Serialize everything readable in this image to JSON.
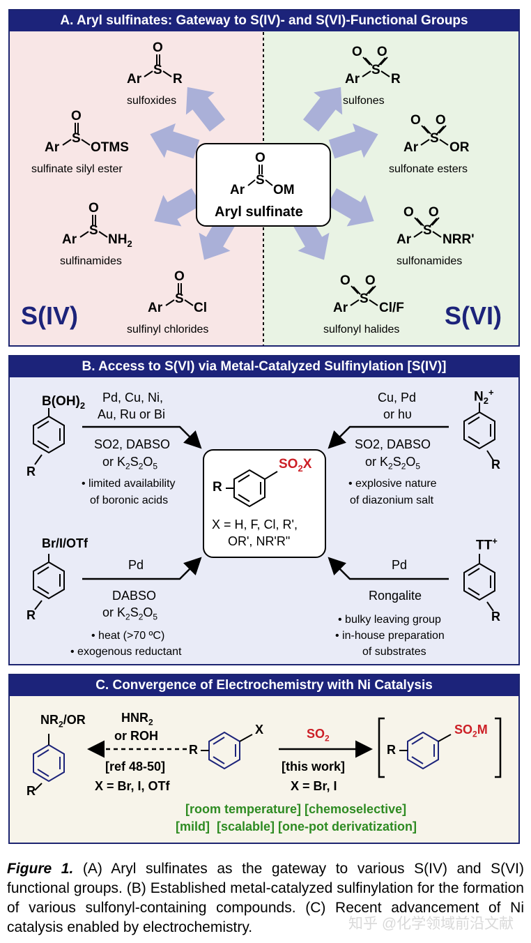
{
  "panelA": {
    "title": "A. Aryl sulfinates: Gateway to S(IV)- and S(VI)-Functional Groups",
    "left_label": "S(IV)",
    "right_label": "S(VI)",
    "center": {
      "ar": "Ar",
      "s": "S",
      "o": "O",
      "om": "OM",
      "name": "Aryl sulfinate"
    },
    "items": [
      {
        "name": "sulfoxides",
        "ar": "Ar",
        "s": "S",
        "sub": "R"
      },
      {
        "name": "sulfinate silyl ester",
        "ar": "Ar",
        "s": "S",
        "sub": "OTMS"
      },
      {
        "name": "sulfinamides",
        "ar": "Ar",
        "s": "S",
        "sub": "NH2"
      },
      {
        "name": "sulfinyl chlorides",
        "ar": "Ar",
        "s": "S",
        "sub": "Cl"
      },
      {
        "name": "sulfones",
        "ar": "Ar",
        "s": "S",
        "sub": "R"
      },
      {
        "name": "sulfonate esters",
        "ar": "Ar",
        "s": "S",
        "sub": "OR"
      },
      {
        "name": "sulfonamides",
        "ar": "Ar",
        "s": "S",
        "sub": "NRR'"
      },
      {
        "name": "sulfonyl halides",
        "ar": "Ar",
        "s": "S",
        "sub": "Cl/F"
      }
    ],
    "colors": {
      "left_bg": "#f8e6e6",
      "right_bg": "#e9f3e4",
      "arrow": "#aab0d8"
    }
  },
  "panelB": {
    "title": "B. Access to S(VI) via Metal-Catalyzed Sulfinylation [S(IV)]",
    "center": {
      "group": "SO2X",
      "r": "R",
      "x_line1": "X = H, F, Cl, R',",
      "x_line2": "OR', NR'R\""
    },
    "top_left": {
      "sub": "B(OH)2",
      "r": "R",
      "above1": "Pd, Cu, Ni,",
      "above2": "Au, Ru or Bi",
      "below1": "SO2, DABSO",
      "below2": "or K2S2O5",
      "note1": "• limited availability",
      "note2": "of boronic acids"
    },
    "top_right": {
      "sub": "N2+",
      "r": "R",
      "above1": "Cu, Pd",
      "above2": "or hυ",
      "below1": "SO2, DABSO",
      "below2": "or K2S2O5",
      "note1": "• explosive nature",
      "note2": "of diazonium salt"
    },
    "bottom_left": {
      "sub": "Br/I/OTf",
      "r": "R",
      "above1": "Pd",
      "below1": "DABSO",
      "below2": "or K2S2O5",
      "note1": "• heat (>70 ºC)",
      "note2": "• exogenous reductant"
    },
    "bottom_right": {
      "sub": "TT+",
      "r": "R",
      "above1": "Pd",
      "below1": "Rongalite",
      "note1": "• bulky leaving group",
      "note2": "• in-house preparation",
      "note3": "of substrates"
    },
    "colors": {
      "bg": "#e9ebf7"
    }
  },
  "panelC": {
    "title": "C. Convergence of Electrochemistry with Ni Catalysis",
    "left_product": {
      "sub": "NR2/OR",
      "r": "R"
    },
    "left_arrow": {
      "above1": "HNR2",
      "above2": "or ROH",
      "below1": "[ref 48-50]",
      "below2": "X = Br, I, OTf"
    },
    "start": {
      "sub": "X",
      "r": "R"
    },
    "right_arrow": {
      "above": "SO2",
      "below1": "[this work]",
      "below2": "X = Br, I"
    },
    "right_product": {
      "sub": "SO2M",
      "r": "R"
    },
    "features1": "[room temperature] [chemoselective]",
    "features2": "[mild]  [scalable] [one-pot derivatization]",
    "colors": {
      "bg": "#f7f4ea",
      "red": "#cc1f26",
      "green": "#2e8b22",
      "ring": "#1c237a"
    }
  },
  "caption": {
    "label": "Figure 1.",
    "text": " (A) Aryl sulfinates as the gateway to various S(IV) and S(VI) functional groups. (B) Established metal-catalyzed sulfinylation for the formation of various sulfonyl-containing compounds. (C) Recent advancement of Ni catalysis enabled by electrochemistry."
  },
  "watermark": "知乎 @化学领域前沿文献"
}
